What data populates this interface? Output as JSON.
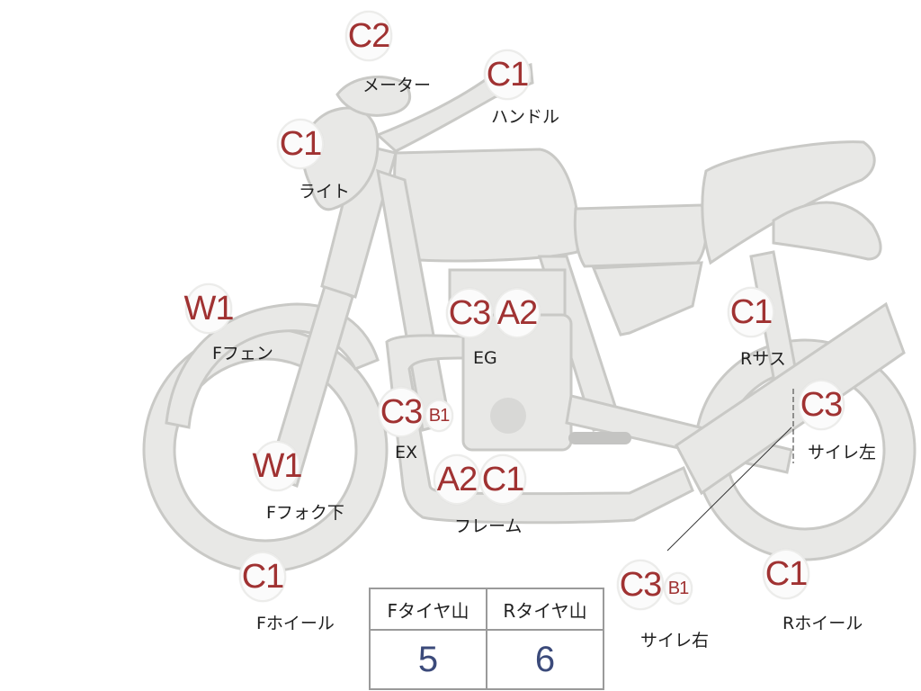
{
  "badges": {
    "meter": "C2",
    "handle": "C1",
    "light": "C1",
    "ffender": "W1",
    "eg1": "C3",
    "eg2": "A2",
    "rsus": "C1",
    "ex": "C3",
    "ex_small": "B1",
    "silencer_left": "C3",
    "ffork": "W1",
    "frame1": "A2",
    "frame2": "C1",
    "fwheel": "C1",
    "silencer_right": "C3",
    "silencer_right_small": "B1",
    "rwheel": "C1"
  },
  "labels": {
    "meter": "メーター",
    "handle": "ハンドル",
    "light": "ライト",
    "ffender": "Fフェン",
    "eg": "EG",
    "rsus": "Rサス",
    "ex": "EX",
    "silencer_left": "サイレ左",
    "ffork": "Fフォク下",
    "frame": "フレーム",
    "fwheel": "Fホイール",
    "silencer_right": "サイレ右",
    "rwheel": "Rホイール"
  },
  "tire_table": {
    "headers": [
      "Fタイヤ山",
      "Rタイヤ山"
    ],
    "values": [
      "5",
      "6"
    ]
  },
  "colors": {
    "badge_text": "#a03232",
    "part_fill": "#e8e8e6",
    "part_stroke": "#c9c9c6",
    "value_text": "#3b4a7a"
  }
}
